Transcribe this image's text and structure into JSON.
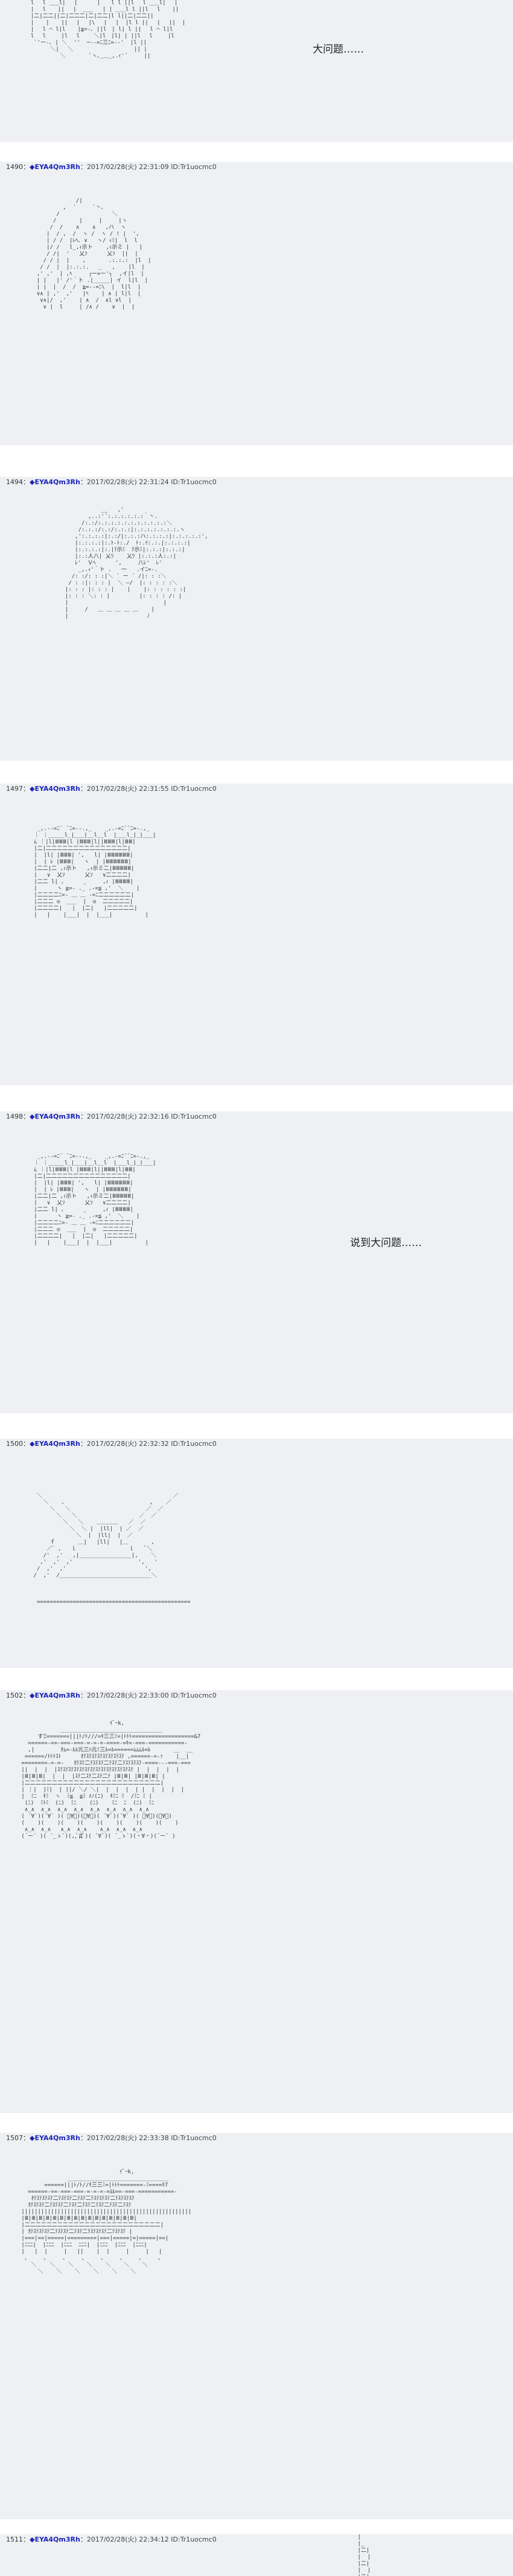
{
  "posts": [
    {
      "number": "",
      "trip": "",
      "datetime": "",
      "note": "大问题……"
    },
    {
      "number": "1490：",
      "trip": "◆EYA4Qm3Rh",
      "datetime": "：2017/02/28(火) 22:31:09 ID:Tr1uocmc0",
      "note": ""
    },
    {
      "number": "1494：",
      "trip": "◆EYA4Qm3Rh",
      "datetime": "：2017/02/28(火) 22:31:24 ID:Tr1uocmc0",
      "note": ""
    },
    {
      "number": "1497：",
      "trip": "◆EYA4Qm3Rh",
      "datetime": "：2017/02/28(火) 22:31:55 ID:Tr1uocmc0",
      "note": ""
    },
    {
      "number": "1498：",
      "trip": "◆EYA4Qm3Rh",
      "datetime": "：2017/02/28(火) 22:32:16 ID:Tr1uocmc0",
      "note": "说到大问题……"
    },
    {
      "number": "1500：",
      "trip": "◆EYA4Qm3Rh",
      "datetime": "：2017/02/28(火) 22:32:32 ID:Tr1uocmc0",
      "note": ""
    },
    {
      "number": "1502：",
      "trip": "◆EYA4Qm3Rh",
      "datetime": "：2017/02/28(火) 22:33:00 ID:Tr1uocmc0",
      "note": ""
    },
    {
      "number": "1507：",
      "trip": "◆EYA4Qm3Rh",
      "datetime": "：2017/02/28(火) 22:33:38 ID:Tr1uocmc0",
      "note": ""
    },
    {
      "number": "1511：",
      "trip": "◆EYA4Qm3Rh",
      "datetime": "：2017/02/28(火) 22:34:12 ID:Tr1uocmc0",
      "note": ""
    }
  ],
  "art": {
    "a0": "  l　 l ___l|　 |　　　 |　　l l ||l　 l ___l|　 |\n  |　 l　  ||　 |  ___   | | ___l l ||l　 l　  ||\n  |二|二二||二|二二二|二|二二|l l||二|二二||\n  | 　 | 　 ||　 |　 |\\　 |　 |  |l l ||　 |　 ||  |\n  |　 l ⌒ l|l 　 |≧=-､ ||l　| l| l ||　 l ⌒ l|l\n  l　 l 　  |l　 l　　 ＼|l　|l| | ||l　 l 　  |l\n   `'ー-､ | ＼  ''  ─‐-=ﾆ三ﾆ=-‐'  |l ||\n        ＼|　 ＼ 　　　　　　　　　　 || |\n           ＼       `ヽ､_＿_,.ｨ'´     ||\n",
    "a1": "              /|\n          ,  ´     `丶、\n        /                ＼\n       /       |     |     |ヽ\n      /  /    ∧    ∧   ,ハ  ヽ\n     |  / ,  /  ヽ /  ヽ / ! |  ',\n     | / /  |ﾚﾍ､ ∨   ヽ/ ｨﾐ|  l  l\n     |/ /   l_,ｨ示ト    ,ｨ示ミ |   |\n     / /|  '   乂ｿ      乂ｿ  ||  |\n    / / |  |    ,       .:.:.:  |l  |\n   / /  |  |:.:.:.   _   ,    |l  |\n  ,' ,'  | ,ﾍ     ┌ー=ー'┐  ,イ|l  |\n  | |   |' /'｀ト .|_____| イ  l|l  |\n  | |  |  /  /  ≧=-‐=ﾆ\\  |  l|l  |\n  ∨∧ | ,'  ,'   |ﾍ    | ∧ | l|l  |\n   ∨∧|/  ,'    | ∧  /  ∧l ∨l  |\n    ∨ |  l     | /∧ /    ∨  |  |\n",
    "a2": "                  __   ,'\n              ,..:'´:.:.:.:.:.:｀丶.\n            /:.:/:.:.:.:.:.:.:.:.:.:.:＼\n           /:.:.:/:.:/:.:.:|:.:.:.:.:.:.:.ヽ\n          ,':.:.:.:|:.:/|:.:.:ハ:.:.:.:|:.:.:.:.:',\n          |:.:.:.:|:.ﾄ‐ﾄ:./  ﾄ:.ｲ:.:.|:.:.:.:|\n          |:.:.:.:|:.|ﾃ示ﾐ  ﾃ示ﾐ|:.:.:|:.:.:|\n          |:.:人八| 乂ﾂ    乂ﾂ |:.:.:人:.:|\n          ﾚ'  Ｖﾍ      ',     八ﾚ'  ﾚ'\n           _,.ｨ'｀ト .   一   .イﾆ=-.\n         /: :/: : :|＼ ` ー ´ /|: : :＼\n        / : :|: : : |  ＼ ―/  |: : : : :＼\n       |: : : |: : : |    |    |: : : : : :|\n       |: : : ＼: : |         |: : : : /: |\n       |                             |\n       |     /   ＿ ＿ ＿ ＿ ＿    |\n       |                        ﾉ\n",
    "a3": "    _,.-‐=ﾆ¨ ¨ﾆ=‐-.,_    _,.-=ﾆ¨¨ﾆ=-.,_\n   ｜ ｜_____l_|___|__l__l  |___l_|_|___|\n   ﾑ ｜|l|ⅢⅢⅢ|l |ⅢⅢⅢ|l||ⅢⅢⅢ|l|ⅢⅢ|\n   |二|二二二二二二二二二二二二二二二|\n   |  |l| |ⅢⅢⅢ| ',   l| |ⅢⅢⅢⅢⅢⅢ|\n   |  | ﾚ |ⅢⅢⅢ|   ヽ  | |ⅢⅢⅢⅢⅢⅢ|\n   |二二|二 ,ｨ示ト   ,ｨ示ミ二|ⅢⅢⅢⅢⅢ|\n   |   ∨  乂ｿ      乂ｿ   ∨二二二二|\n   |二二 l| 、     _     ,ｨ |ⅢⅢⅢⅢ|\n   |      ヽ ≧=- ._ .-=≦ ,'  ＼    |\n   |二二二二ﾆ=- ＿ ＿ ‐=ﾆ二二二二二二|\n   |二二二 ◎  ___  |  ◎  二二二二二|\n   |二二二二|   |  |二|   |二二二二二|\n   |   |    |___|  |  |___|          |\n",
    "a4": "    _,.-‐=ﾆ¨ ¨ﾆ=‐-.,_    _,.-=ﾆ¨¨ﾆ=-.,_\n   ｜ ｜_____l_|___|__l__l  |___l_|_|___|\n   ﾑ ｜|l|ⅢⅢⅢ|l |ⅢⅢⅢ|l||ⅢⅢⅢ|l|ⅢⅢ|\n   |二|二二二二二二二二二二二二二二二|\n   |  |l| |ⅢⅢⅢ| ',   l| |ⅢⅢⅢⅢⅢⅢ|\n   |  | ﾚ |ⅢⅢⅢ|   ヽ  | |ⅢⅢⅢⅢⅢⅢ|\n   |二二|二 ,ｨ示ト   ,ｨ示ミ二|ⅢⅢⅢⅢⅢ|\n   |   ∨  乂ｿ      乂ｿ   ∨二二二二|\n   |二二 l| 、     _     ,ｨ |ⅢⅢⅢⅢ|\n   |      ヽ ≧=- ._ .-=≦ ,'  ＼    |\n   |二二二二ﾆ=- ＿ ＿ ‐=ﾆ二二二二二二|\n   |二二二 ◎  ___  |  ◎  二二二二二|\n   |二二二二|   |  |二|   |二二二二二|\n   |   |    |___|  |  |___|          |\n",
    "a5": "  ＼                                        ／\n    ＼    ､                          ,    ／\n      ＼   ＼                       ／  ／\n        ＼   ＼                   ／  ／\n          ＼   ＼    ＿＿＿＿   ／  ／\n            ＼  ＼ |  |ll|  | ／  ／\n              ＼  |  |ll|  |  ／\n      ｆ       ＿|   |ll|   |＿       ,\n     ／ﾞ ,   ｌ                ｌ   ﾞ＼\n    /'  ,'   ,|________________|,    ＼\n   ,'  ,'  ,'                    ',   '\n  /  ,'  ,'                        ',\n /  ,'  /____________________________＼\n\n\n\n  ===============================================\n",
    "a6": "                            ｲﾞｰk,\n             _______________________________\n      すΞ=======|||ﾄ/ﾄ///=ｷ三三ﾐ=|ﾄﾄﾄ===================&7\n   ======-==-===-===-=-=-=-====-=ｷ=-===-===========-\n   ,|        ﾀﾑ=-ﾙﾙ元三ﾊ元ﾐ三ﾙ=ﾙ======ﾑﾑﾑﾙ=ﾙ       __  __\n  ======/ﾄﾄﾄｽﾄ      ｵﾃｽﾃｽﾃｽﾃｽﾃｽﾃｽﾃｽﾃ ,======-=-ｧ    |__|\n ========-=-=-   ｵﾃｽﾃ二ﾃｽﾃｽﾃ二ﾃｽﾃ二ﾃｽﾃｽﾃｽﾃ-====---===-===\n ||  |  |  |ｽﾃｽﾃｽﾃｽﾃｽﾃｽﾃｽﾃｽﾃｽﾃｽﾃｽﾃｽﾃｽﾃｽﾃ |  |  |  |  |\n |Ⅲ|Ⅲ|Ⅲ|  |  |  |ｽﾃ二ｽﾃ二ｽﾃ二ﾃ |Ⅲ|Ⅲ| |Ⅲ|Ⅲ|Ⅲ| |\n |二二二二二二二二二二二二二二二二二二二二二二二二二|\n | ｜|  |ﾐ|  | ||/ ＼/ ＼|  |  |  |  | |  |  |  |  |\n |  ﾐﾆ  ｷﾐ  ヽ  ﾐ≦  ≧ﾐ ﾒﾉ(ﾆ)  ｷﾐﾆ ﾐ  /ﾐﾆ ﾐ |\n  (ﾆ)  ﾐﾄﾐ  (ﾆ)  ﾐﾆ    (ﾆ)    ﾐﾆ  ﾆ  (ﾆ)  ﾐﾆ\n  ∧_∧  ∧_∧  ∧_∧  ∧_∧  ∧_∧  ∧_∧  ∧_∧  ∧_∧\n ( ´∀`)(´∀` )( ﾟ∀ﾟ)(・∀・)( ´∀`)(´∀` )( ﾟ∀ﾟ)(・∀・)\n (    )(    )(    )(    )(    )(    )(    )(    )\n  ∧_∧  ∧_∧   ∧_∧  ∧_∧    ∧_∧  ∧_∧  ∧_∧\n (´ー` )( ´_ゝ`)(,,ﾟДﾟ)( ´∀`)( ´_ゝ`)(・∀・)(´ー` )\n",
    "a7": "                               ｲﾞｰk,\n               _______________________________\n        ======|||ﾄ/ﾄ//ｷ三三ﾐ=|ﾄﾄﾄ=======-ﾐ====ｷ7\n   ======-==-===-===-=-=-=-=ﾙﾙ==-===-===========-\n    ｵﾃｽﾃｽﾃｽﾃ二ﾃｽﾃｽﾃ二ﾃｽﾃ二ﾃｽﾃｽﾃｽﾃ二ﾃｽﾃｽﾃｽﾃ\n   ｵﾃｽﾃｽﾃ二ﾃｽﾃｽﾃ二ﾃｽﾃ二ﾃｽﾃ二ﾃｽﾃ二ﾃｽﾃ二ﾃｽﾃ\n ||||||||||||||||||||||||||||||||||||||||||||||||||||\n |Ⅲ|Ⅲ|Ⅲ|Ⅲ|Ⅲ|Ⅲ|Ⅲ|Ⅲ|Ⅲ|Ⅲ|Ⅲ|Ⅲ|Ⅲ|Ⅲ|Ⅲ|Ⅲ|\n |二二二二二二二二二二二二二二二二二二二二二二二二二|\n | ｵﾃｽﾃｽﾃｽﾃ二ﾃｽﾃｽﾃ二ﾃｽﾃ二ﾃｽﾃｽﾃｽﾃ二ﾃｽﾃｽﾃ |\n |===|==|=====|=========|===|=====|=|=====|==|\n |ﾆﾆﾆ|  |ﾆﾆﾆ  |ﾆﾆﾆ  ﾆﾆﾆ|  |ﾆﾆﾆ  |ﾆﾆﾆ  |ﾆﾆﾆ|\n |   |  |     |   ||    |  |     |     |   |\n  ､     ､     ､     ､     ､     ､     ､     ､\n    ＼    ＼    ＼    ＼    ＼    ＼    ＼\n      ＼    ＼    ＼    ＼    ＼    ＼\n",
    "a8": "      |\n      |_\n      |二|\n      |  |\n      |二|\n      |  |\n      |二|\n      |  |\n"
  }
}
